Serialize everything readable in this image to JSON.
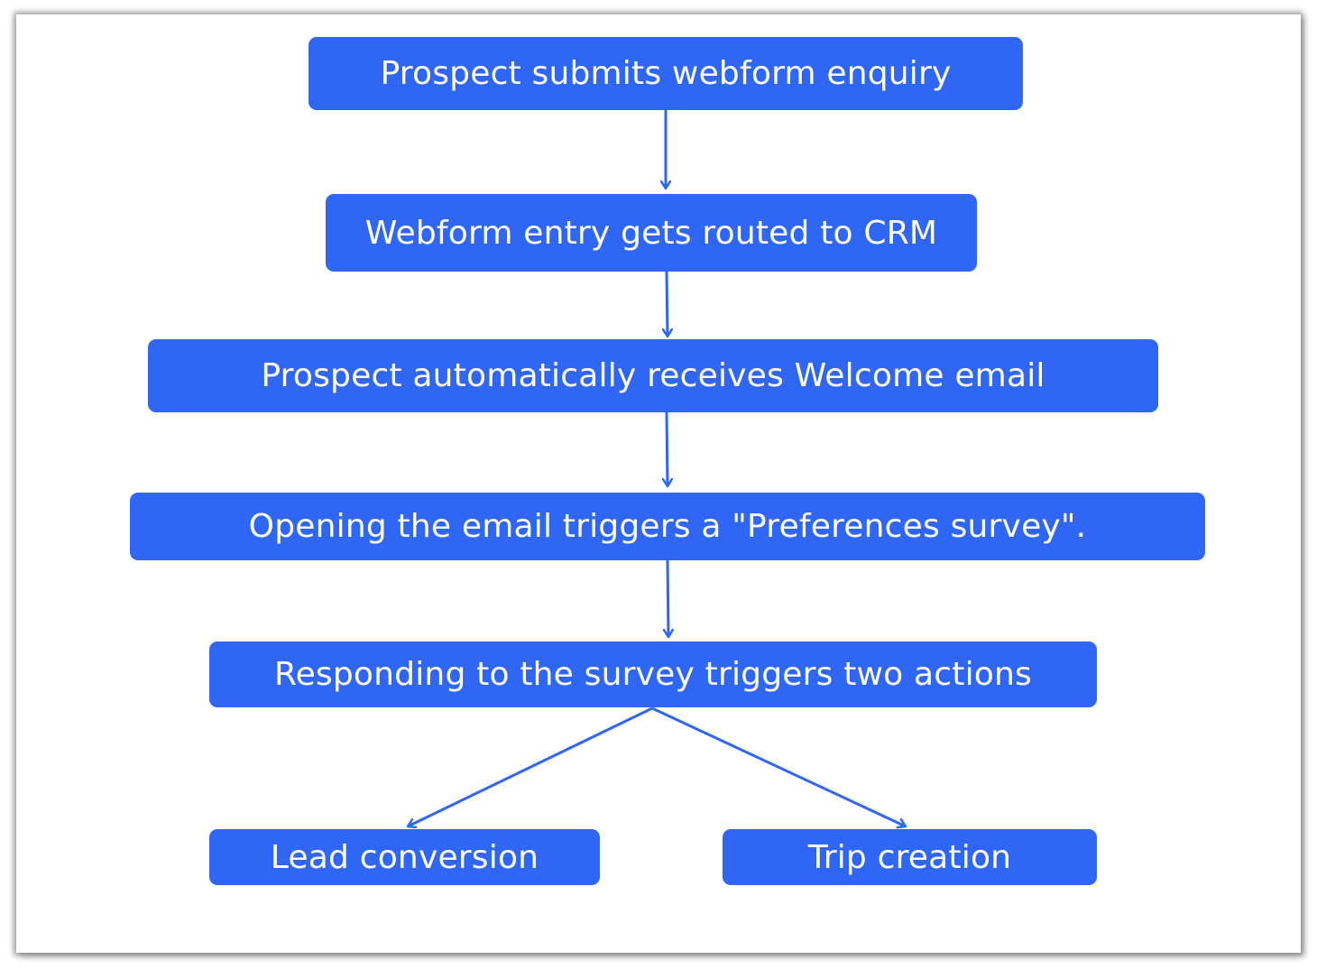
{
  "diagram": {
    "type": "flowchart",
    "nodes": [
      {
        "id": "n1",
        "label": "Prospect submits webform enquiry"
      },
      {
        "id": "n2",
        "label": "Webform entry gets routed to CRM"
      },
      {
        "id": "n3",
        "label": "Prospect automatically receives Welcome email"
      },
      {
        "id": "n4",
        "label": "Opening the email triggers a \"Preferences survey\"."
      },
      {
        "id": "n5",
        "label": "Responding to the survey triggers two actions"
      },
      {
        "id": "n6",
        "label": "Lead conversion"
      },
      {
        "id": "n7",
        "label": "Trip creation"
      }
    ],
    "edges": [
      {
        "from": "n1",
        "to": "n2"
      },
      {
        "from": "n2",
        "to": "n3"
      },
      {
        "from": "n3",
        "to": "n4"
      },
      {
        "from": "n4",
        "to": "n5"
      },
      {
        "from": "n5",
        "to": "n6"
      },
      {
        "from": "n5",
        "to": "n7"
      }
    ],
    "colors": {
      "node_fill": "#2f66f4",
      "node_text": "#ffffff",
      "edge": "#2f66f4"
    }
  }
}
